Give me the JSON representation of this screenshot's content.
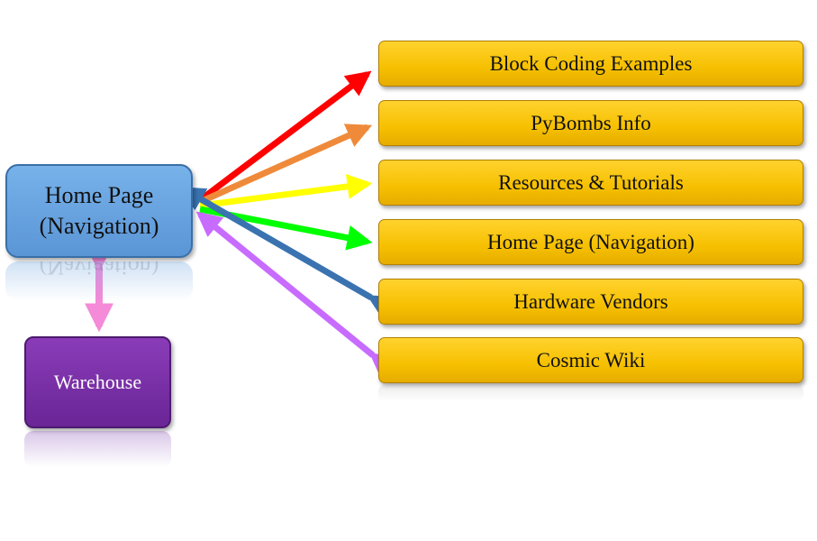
{
  "home_node": {
    "line1": "Home Page",
    "line2": "(Navigation)"
  },
  "warehouse_node": {
    "label": "Warehouse"
  },
  "targets": [
    {
      "label": "Block Coding Examples",
      "arrow_color": "#ff0000"
    },
    {
      "label": "PyBombs Info",
      "arrow_color": "#ef8a3a"
    },
    {
      "label": "Resources & Tutorials",
      "arrow_color": "#ffff00"
    },
    {
      "label": "Home Page (Navigation)",
      "arrow_color": "#00ff00"
    },
    {
      "label": "Hardware Vendors",
      "arrow_color": "#3a73b0"
    },
    {
      "label": "Cosmic Wiki",
      "arrow_color": "#c86bff"
    }
  ],
  "link_color": "#f48ad8",
  "box_colors": {
    "home": "#6aa4e2",
    "warehouse": "#7a30a8",
    "target": "#f7c400"
  }
}
